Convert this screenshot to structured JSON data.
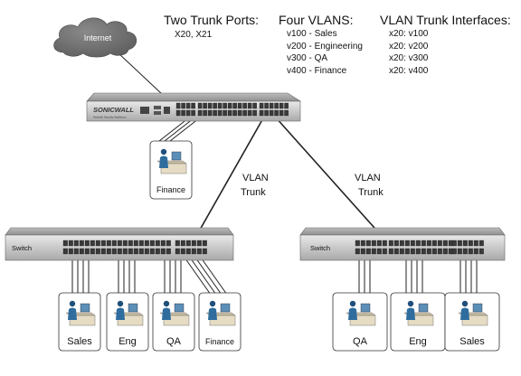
{
  "cloud": {
    "label": "Internet"
  },
  "headers": {
    "trunk_ports": {
      "title": "Two Trunk Ports:",
      "lines": [
        "X20, X21"
      ]
    },
    "vlans": {
      "title": "Four VLANS:",
      "lines": [
        "v100 - Sales",
        "v200 - Engineering",
        "v300 - QA",
        "v400 - Finance"
      ]
    },
    "trunk_interfaces": {
      "title": "VLAN Trunk Interfaces:",
      "lines": [
        "x20: v100",
        "x20: v200",
        "x20: v300",
        "x20: v400"
      ]
    }
  },
  "firewall": {
    "brand": "SONICWALL",
    "subtitle": "Network Security Appliance"
  },
  "trunk_labels": {
    "left": [
      "VLAN",
      "Trunk"
    ],
    "right": [
      "VLAN",
      "Trunk"
    ]
  },
  "switches": {
    "left": {
      "label": "Switch"
    },
    "right": {
      "label": "Switch"
    }
  },
  "workstations": {
    "firewall_finance": "Finance",
    "left": [
      "Sales",
      "Eng",
      "QA",
      "Finance"
    ],
    "right": [
      "QA",
      "Eng",
      "Sales"
    ]
  },
  "colors": {
    "device_gray": "#c9c9c9",
    "port_dark": "#3a3a3a",
    "cloud": "#6f6f6f",
    "desk": "#e6dcc4",
    "monitor": "#5b8fb8"
  }
}
